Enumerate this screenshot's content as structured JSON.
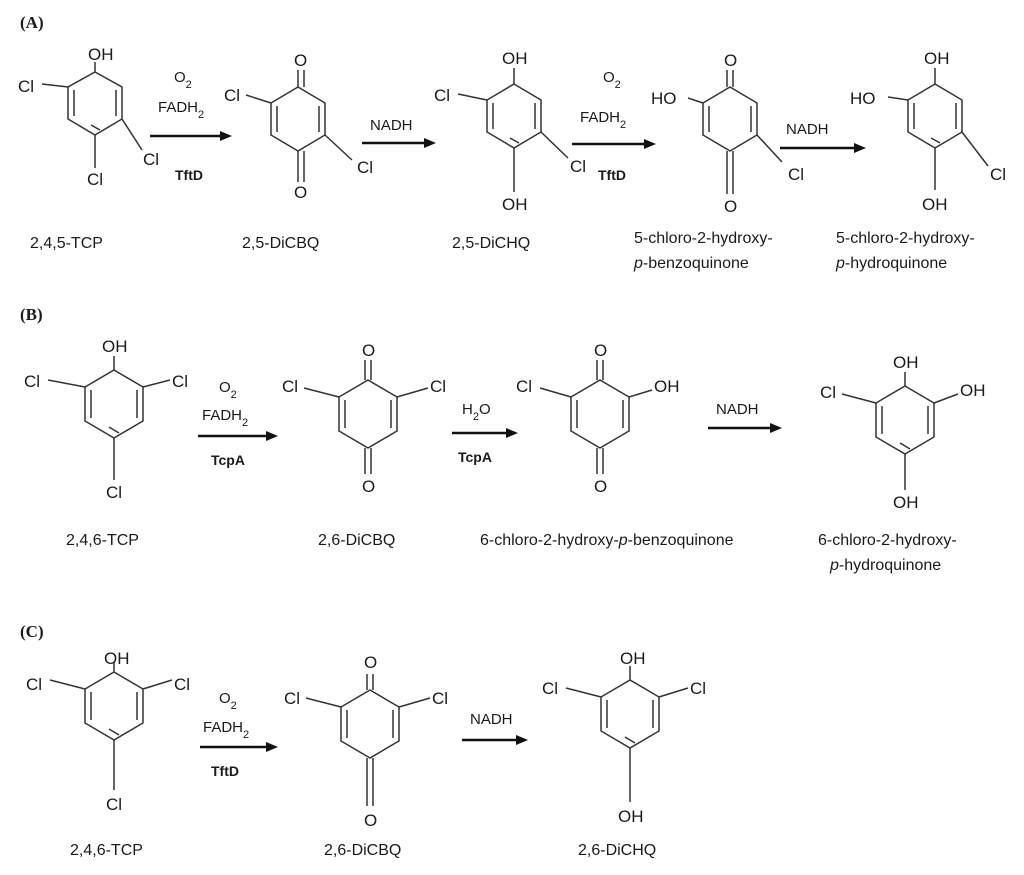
{
  "panels": [
    {
      "label": "(A)",
      "compounds": [
        {
          "caption": "2,4,5-TCP",
          "substituents": [
            "OH",
            "Cl",
            "Cl",
            "Cl"
          ]
        },
        {
          "caption": "2,5-DiCBQ",
          "substituents": [
            "O",
            "O",
            "Cl",
            "Cl"
          ]
        },
        {
          "caption": "2,5-DiCHQ",
          "substituents": [
            "OH",
            "OH",
            "Cl",
            "Cl"
          ]
        },
        {
          "caption_line1": "5-chloro-2-hydroxy-",
          "caption_line2_prefix": "p",
          "caption_line2_rest": "-benzoquinone",
          "substituents": [
            "O",
            "O",
            "HO",
            "Cl"
          ]
        },
        {
          "caption_line1": "5-chloro-2-hydroxy-",
          "caption_line2_prefix": "p",
          "caption_line2_rest": "-hydroquinone",
          "substituents": [
            "OH",
            "OH",
            "HO",
            "Cl"
          ]
        }
      ],
      "arrows": [
        {
          "reagent1": "O",
          "reagent1_sub": "2",
          "reagent2": "FADH",
          "reagent2_sub": "2",
          "enzyme": "TftD"
        },
        {
          "reagent1": "NADH"
        },
        {
          "reagent1": "O",
          "reagent1_sub": "2",
          "reagent2": "FADH",
          "reagent2_sub": "2",
          "enzyme": "TftD"
        },
        {
          "reagent1": "NADH"
        }
      ]
    },
    {
      "label": "(B)",
      "compounds": [
        {
          "caption": "2,4,6-TCP",
          "substituents": [
            "OH",
            "Cl",
            "Cl",
            "Cl"
          ]
        },
        {
          "caption": "2,6-DiCBQ",
          "substituents": [
            "O",
            "O",
            "Cl",
            "Cl"
          ]
        },
        {
          "caption_prefix": "6-chloro-2-hydroxy-",
          "caption_ital": "p",
          "caption_rest": "-benzoquinone",
          "substituents": [
            "O",
            "O",
            "Cl",
            "OH"
          ]
        },
        {
          "caption_line1": "6-chloro-2-hydroxy-",
          "caption_line2_prefix": "p",
          "caption_line2_rest": "-hydroquinone",
          "substituents": [
            "OH",
            "OH",
            "Cl",
            "OH"
          ]
        }
      ],
      "arrows": [
        {
          "reagent1": "O",
          "reagent1_sub": "2",
          "reagent2": "FADH",
          "reagent2_sub": "2",
          "enzyme": "TcpA"
        },
        {
          "reagent1": "H",
          "reagent1_sub": "2",
          "reagent1_suffix": "O",
          "enzyme": "TcpA"
        },
        {
          "reagent1": "NADH"
        }
      ]
    },
    {
      "label": "(C)",
      "compounds": [
        {
          "caption": "2,4,6-TCP",
          "substituents": [
            "OH",
            "Cl",
            "Cl",
            "Cl"
          ]
        },
        {
          "caption": "2,6-DiCBQ",
          "substituents": [
            "O",
            "O",
            "Cl",
            "Cl"
          ]
        },
        {
          "caption": "2,6-DiCHQ",
          "substituents": [
            "OH",
            "OH",
            "Cl",
            "Cl"
          ]
        }
      ],
      "arrows": [
        {
          "reagent1": "O",
          "reagent1_sub": "2",
          "reagent2": "FADH",
          "reagent2_sub": "2",
          "enzyme": "TftD"
        },
        {
          "reagent1": "NADH"
        }
      ]
    }
  ]
}
